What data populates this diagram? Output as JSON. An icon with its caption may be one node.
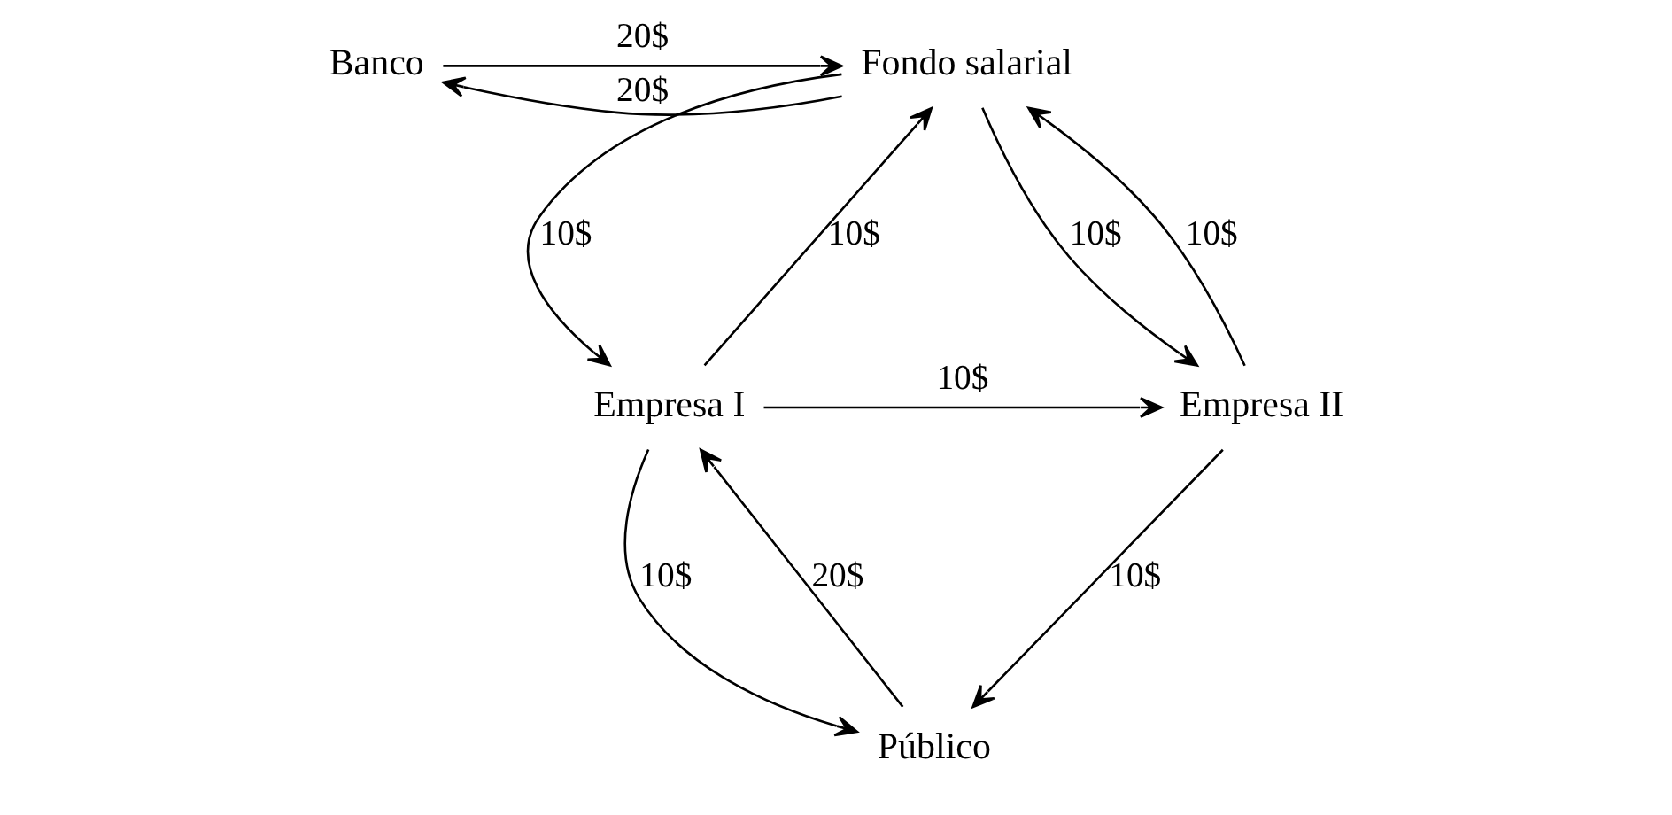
{
  "diagram": {
    "nodes": [
      {
        "text": [
          "Banco"
        ]
      },
      {
        "text": [
          "Fondo salarial"
        ]
      },
      {
        "text": [
          "Empresa I"
        ]
      },
      {
        "text": [
          "Empresa II"
        ]
      },
      {
        "text": [
          "Público"
        ]
      }
    ],
    "edges": [
      {
        "from": 0,
        "to": 1,
        "arrow": "to",
        "label": "20$"
      },
      {
        "from": 1,
        "to": 0,
        "arrow": "to",
        "label": "20$"
      },
      {
        "from": 1,
        "to": 2,
        "arrow": "to",
        "label": "10$"
      },
      {
        "from": 2,
        "to": 1,
        "arrow": "to",
        "label": "10$"
      },
      {
        "from": 3,
        "to": 1,
        "arrow": "to",
        "label": "10$"
      },
      {
        "from": 1,
        "to": 3,
        "arrow": "to",
        "label": "10$"
      },
      {
        "from": 2,
        "to": 3,
        "arrow": "to",
        "label": "10$"
      },
      {
        "from": 2,
        "to": 4,
        "arrow": "to",
        "label": "10$"
      },
      {
        "from": 4,
        "to": 2,
        "arrow": "to",
        "label": "20$"
      },
      {
        "from": 3,
        "to": 4,
        "arrow": "to",
        "label": "10$"
      }
    ]
  }
}
